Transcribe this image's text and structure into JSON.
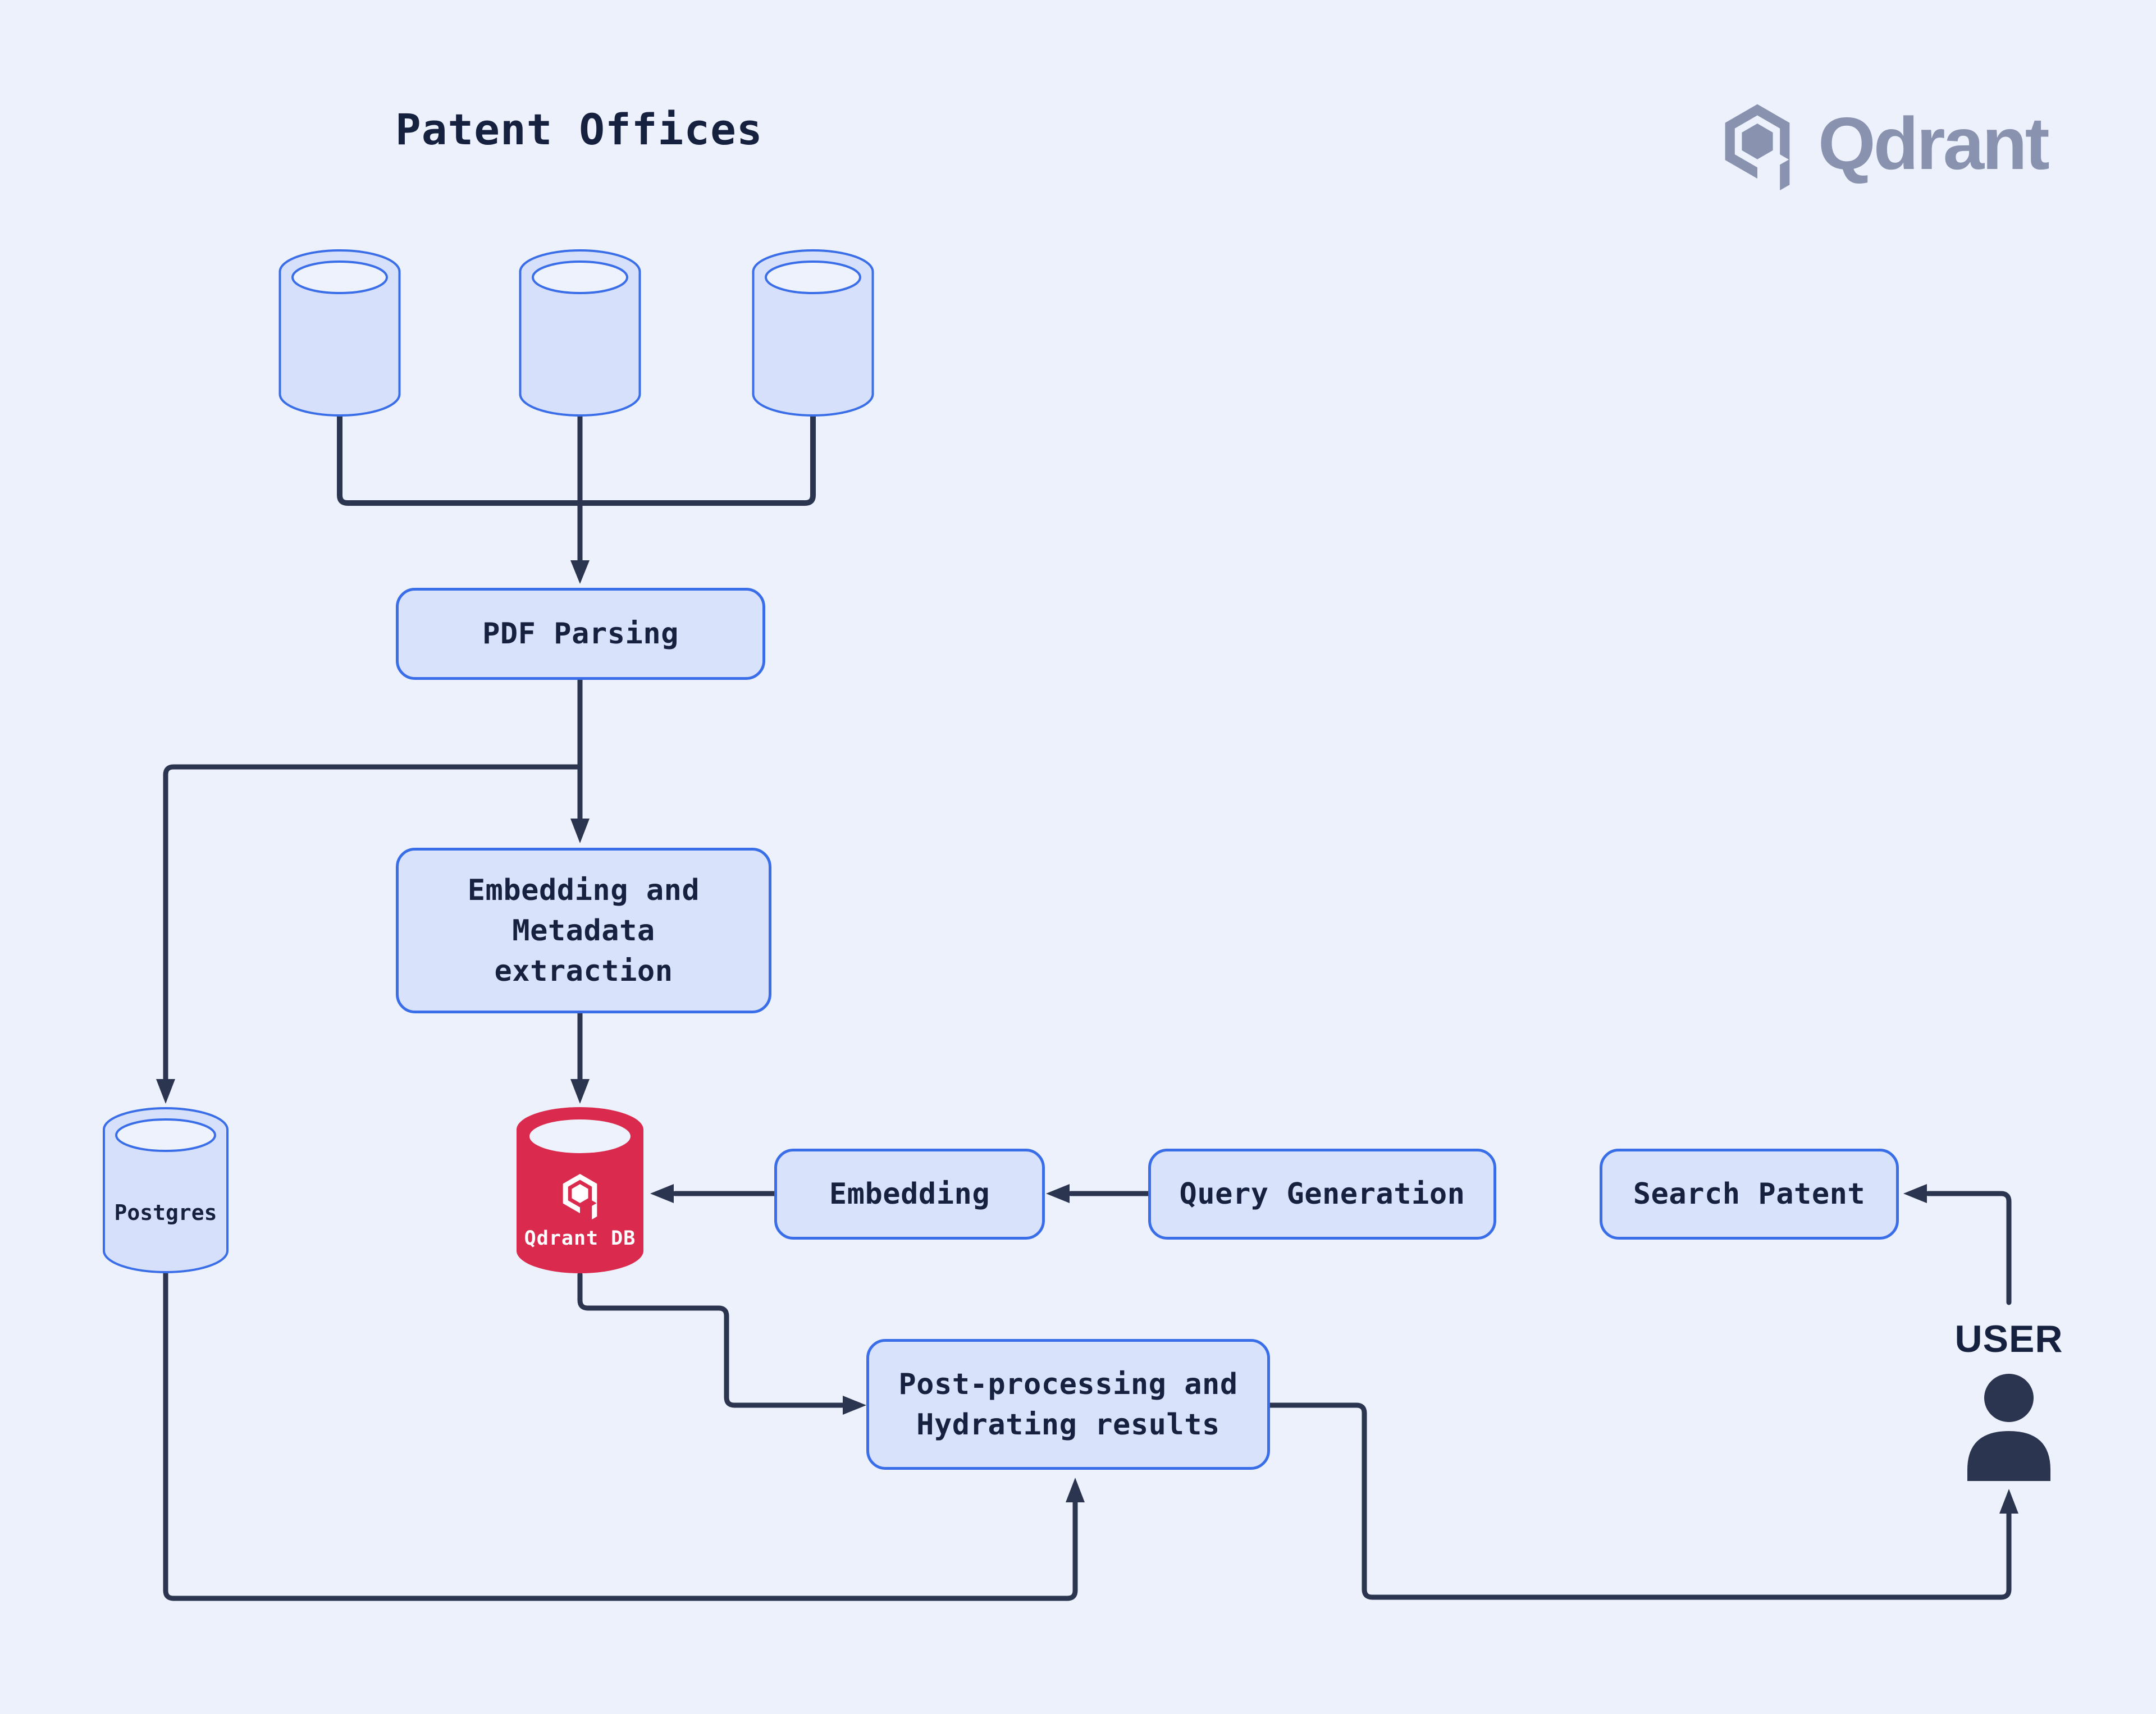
{
  "title": "Patent Offices",
  "brand": {
    "wordmark": "Qdrant",
    "logo_icon": "qdrant-hexagon-icon"
  },
  "nodes": {
    "patent_source_databases": {
      "icon": "database-cylinder-icon",
      "count": 3
    },
    "pdf_parsing": {
      "label": "PDF Parsing"
    },
    "embedding_metadata": {
      "lines": [
        "Embedding and",
        "Metadata",
        "extraction"
      ]
    },
    "postgres": {
      "label": "Postgres",
      "icon": "database-cylinder-icon"
    },
    "qdrant_db": {
      "label": "Qdrant DB",
      "icon": "qdrant-hexagon-icon"
    },
    "embedding": {
      "label": "Embedding"
    },
    "query_generation": {
      "label": "Query Generation"
    },
    "search_patent": {
      "label": "Search Patent"
    },
    "post_processing": {
      "lines": [
        "Post-processing and",
        "Hydrating results"
      ]
    },
    "user": {
      "label": "USER",
      "icon": "person-icon"
    }
  },
  "colors": {
    "background": "#EDF1FB",
    "box_fill": "#D9E2FB",
    "box_stroke": "#3A6EE8",
    "cylinder_fill": "#D7E0FB",
    "cylinder_hole": "#EEF2FC",
    "connector": "#2B3550",
    "text": "#16213F",
    "qdrant_red": "#DA2A4E",
    "on_red": "#FFFFFF",
    "brand_gray": "#8992AE"
  }
}
